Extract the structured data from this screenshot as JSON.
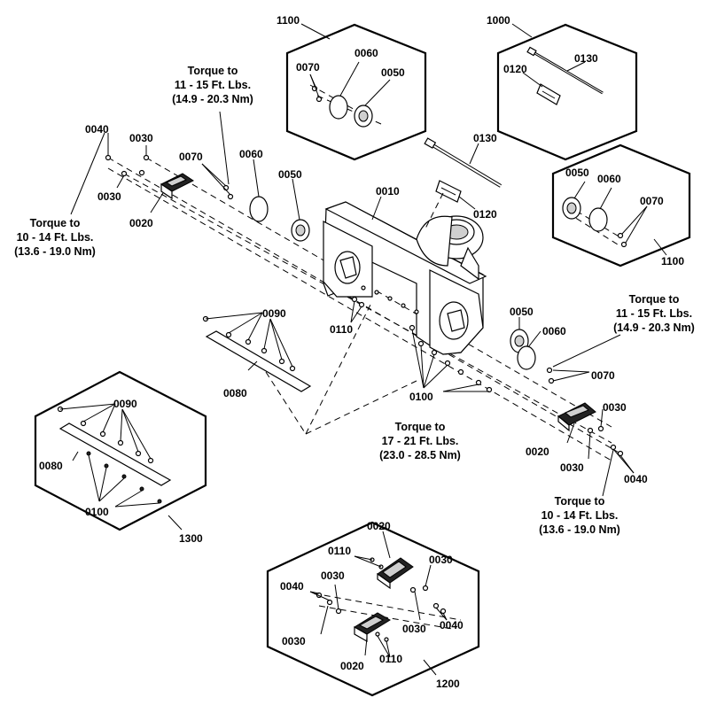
{
  "labels": {
    "kit_1100_top": "1100",
    "kit_1000": "1000",
    "kit_1100_right": "1100",
    "kit_1300": "1300",
    "kit_1200": "1200",
    "p0010": "0010",
    "p0020": "0020",
    "p0030": "0030",
    "p0040": "0040",
    "p0050": "0050",
    "p0060": "0060",
    "p0070": "0070",
    "p0080": "0080",
    "p0090": "0090",
    "p0100": "0100",
    "p0110": "0110",
    "p0120": "0120",
    "p0130": "0130"
  },
  "torque": {
    "upper_left": [
      "Torque to",
      "11 - 15 Ft. Lbs.",
      "(14.9 - 20.3 Nm)"
    ],
    "left": [
      "Torque to",
      "10 - 14 Ft. Lbs.",
      "(13.6 - 19.0 Nm)"
    ],
    "right_upper": [
      "Torque to",
      "11 - 15 Ft. Lbs.",
      "(14.9 - 20.3 Nm)"
    ],
    "center": [
      "Torque to",
      "17 - 21 Ft. Lbs.",
      "(23.0 - 28.5 Nm)"
    ],
    "right_lower": [
      "Torque to",
      "10 - 14 Ft. Lbs.",
      "(13.6 - 19.0 Nm)"
    ]
  }
}
